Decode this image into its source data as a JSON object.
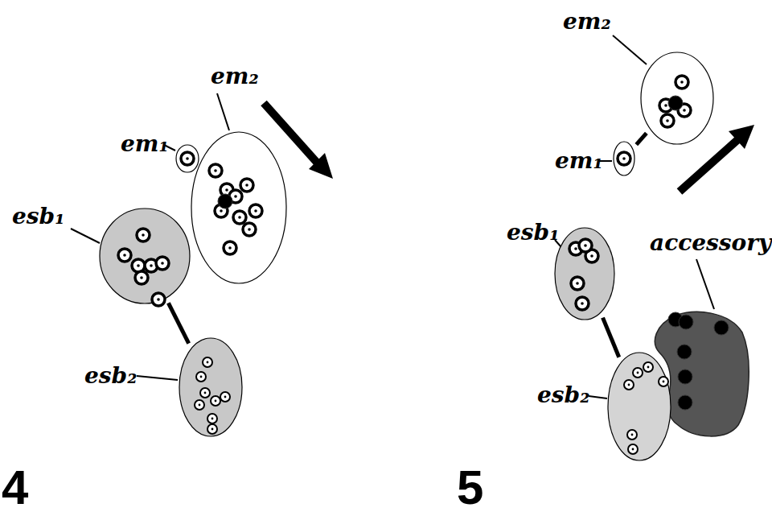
{
  "diagram": {
    "nodes": [
      {
        "text": [
          "em₁"
        ]
      },
      {
        "text": [
          "em₂"
        ]
      },
      {
        "text": [
          "esb₁"
        ]
      },
      {
        "text": [
          "esb₂"
        ]
      },
      {
        "text": [
          "em₂"
        ]
      },
      {
        "text": [
          "em₁"
        ]
      },
      {
        "text": [
          "esb₁"
        ]
      },
      {
        "text": [
          "accessory"
        ]
      },
      {
        "text": [
          "esb₂"
        ]
      }
    ],
    "edges": [
      {
        "from": 2,
        "to": 3,
        "arrow": "none"
      },
      {
        "from": 5,
        "to": 4,
        "arrow": "none"
      },
      {
        "from": 6,
        "to": 8,
        "arrow": "none"
      }
    ],
    "labels": [
      "4",
      "5"
    ]
  }
}
